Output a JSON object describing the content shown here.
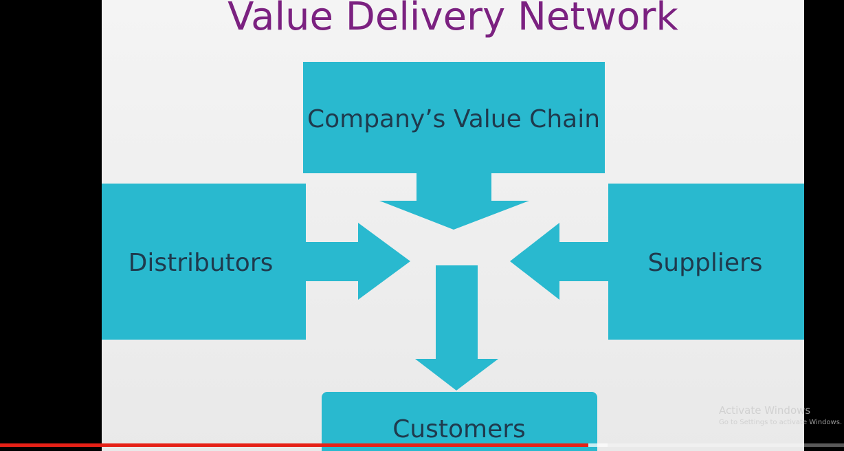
{
  "slide": {
    "title": "Value Delivery Network",
    "nodes": {
      "company": "Company’s Value Chain",
      "distributors": "Distributors",
      "suppliers": "Suppliers",
      "customers": "Customers"
    },
    "colors": {
      "box_fill": "#29b9cf",
      "title_color": "#7b2180",
      "label_color": "#1f3a4d"
    }
  },
  "watermark": {
    "line1": "Activate Windows",
    "line2": "Go to Settings to activate Windows."
  },
  "video_player": {
    "progress_fraction": 0.697,
    "buffered_fraction": 0.72,
    "progress_color": "#e62117"
  }
}
